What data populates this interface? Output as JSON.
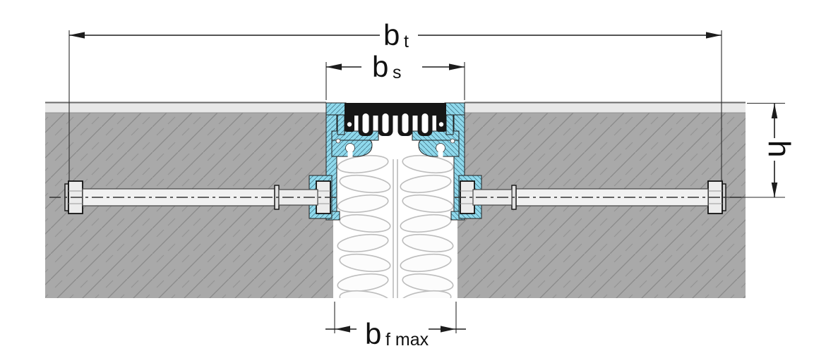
{
  "diagram": {
    "description": "cross-section drawing of a floor expansion joint profile set in a concrete slab"
  },
  "labels": {
    "total_width": {
      "main": "b",
      "sub": "t"
    },
    "visible_width": {
      "main": "b",
      "sub": "s"
    },
    "max_joint_width": {
      "main": "b",
      "sub": "f max"
    },
    "height": {
      "main": "h"
    }
  },
  "colors": {
    "background": "#ffffff",
    "concrete_fill": "#a9a9a9",
    "concrete_hatch": "#8a8a8a",
    "screed_fill": "#e8e8e8",
    "profile_fill": "#8fd9ec",
    "profile_hatch": "#46788c",
    "seal_fill": "#161616",
    "bolt_fill": "#ececec",
    "nut_fill": "#ececec",
    "foam_fill": "#fcfcfc",
    "foam_stroke": "#bdbdbd",
    "dimension_line": "#1c1c1c"
  }
}
